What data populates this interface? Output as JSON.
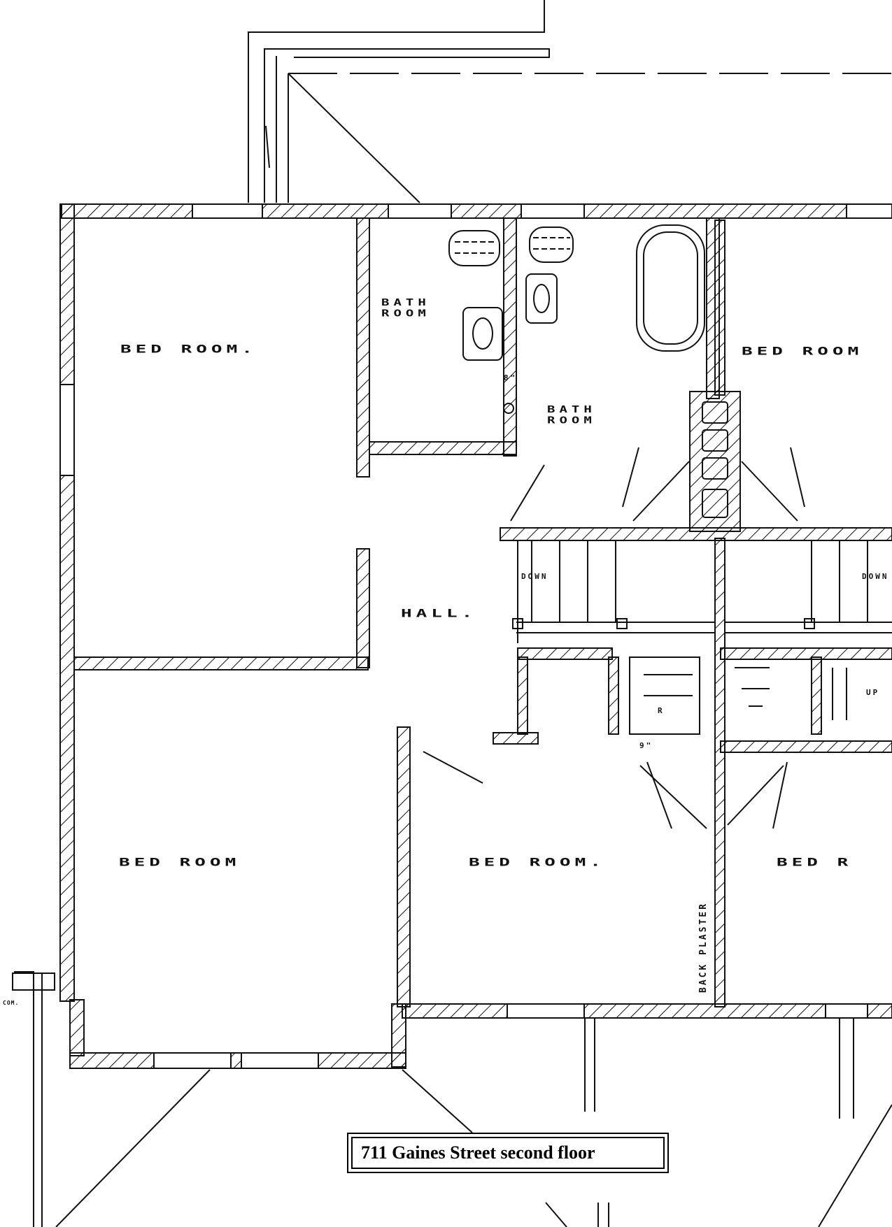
{
  "rooms": {
    "bed_room_nw": "BED ROOM.",
    "bath_room_1": "BATH\nROOM",
    "bath_room_2": "BATH\nROOM",
    "bed_room_ne": "BED ROOM",
    "hall": "HALL.",
    "bed_room_sw": "BED ROOM",
    "bed_room_s": "BED ROOM.",
    "bed_room_se": "BED R"
  },
  "notes": {
    "down_left": "DOWN",
    "down_right": "DOWN",
    "dim_8": "8\"",
    "dim_9": "9\"",
    "back_plaster": "BACK PLASTER",
    "up_marker": "R",
    "com": "COM.",
    "up_right": "UP"
  },
  "caption": "711 Gaines Street second floor"
}
